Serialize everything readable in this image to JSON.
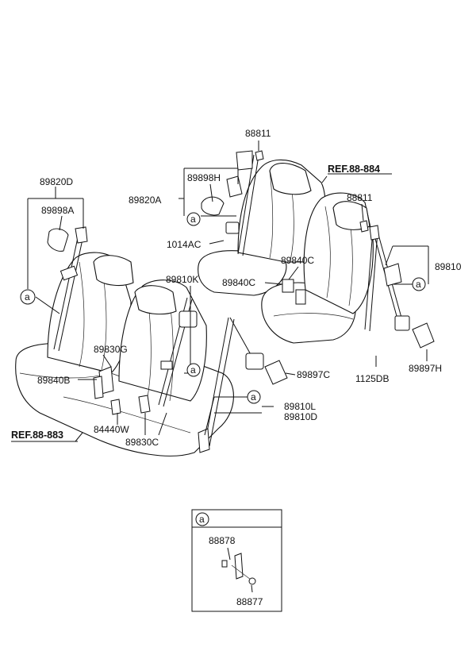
{
  "labels": {
    "p88811_top": "88811",
    "p89898H": "89898H",
    "p89820A": "89820A",
    "p1014AC": "1014AC",
    "ref_884": "REF.88-884",
    "p88811_right": "88811",
    "p89810": "89810",
    "p89840C_a": "89840C",
    "p89840C_b": "89840C",
    "p89810K": "89810K",
    "p89820D": "89820D",
    "p89898A": "89898A",
    "p89830G": "89830G",
    "p89840B": "89840B",
    "p89897C": "89897C",
    "p1125DB": "1125DB",
    "p89897H": "89897H",
    "p89810L": "89810L",
    "p89810D": "89810D",
    "p84440W": "84440W",
    "p89830C": "89830C",
    "ref_883": "REF.88-883",
    "p88878": "88878",
    "p88877": "88877"
  },
  "callout": "a",
  "inset": {
    "tag": "a"
  }
}
